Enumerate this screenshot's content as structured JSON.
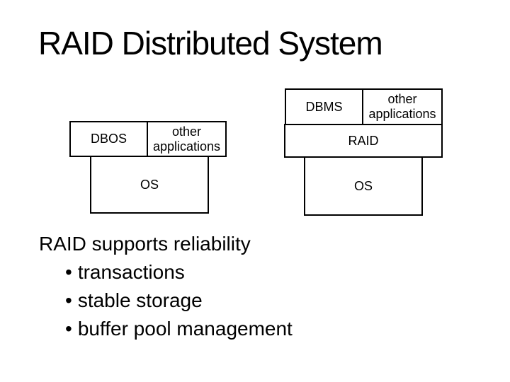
{
  "slide": {
    "title": "RAID Distributed System",
    "left_diagram": {
      "dbos_label": "DBOS",
      "other_apps_label": "other applications",
      "os_label": "OS"
    },
    "right_diagram": {
      "dbms_label": "DBMS",
      "other_apps_label": "other applications",
      "raid_label": "RAID",
      "os_label": "OS"
    },
    "body": {
      "heading": "RAID supports reliability",
      "bullet_char": "•",
      "bullets": [
        "transactions",
        "stable storage",
        "buffer pool management"
      ]
    },
    "colors": {
      "background": "#ffffff",
      "text": "#000000",
      "box_border": "#000000"
    }
  }
}
